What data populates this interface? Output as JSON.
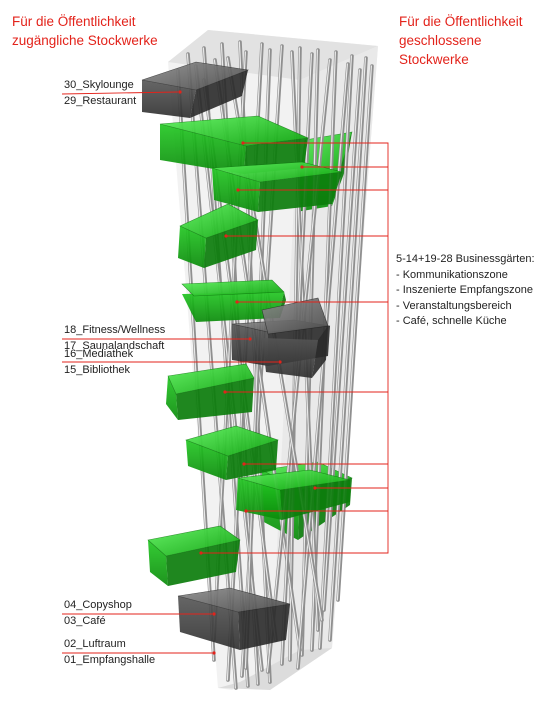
{
  "headers": {
    "left_line1": "Für die Öffentlichkeit",
    "left_line2": "zugängliche Stockwerke",
    "right_line1": "Für die Öffentlichkeit",
    "right_line2": "geschlossene Stockwerke"
  },
  "labels_left": {
    "l30": "30_Skylounge",
    "l29": "29_Restaurant",
    "l18": "18_Fitness/Wellness",
    "l17": "17_Saunalandschaft",
    "l16": "16_Mediathek",
    "l15": "15_Bibliothek",
    "l04": "04_Copyshop",
    "l03": "03_Café",
    "l02": "02_Luftraum",
    "l01": "01_Empfangshalle"
  },
  "business": {
    "title": "5-14+19-28 Businessgärten:",
    "items": [
      "- Kommunikationszone",
      "- Inszenierte Empfangszone",
      "- Veranstaltungsbereich",
      "- Café, schnelle Küche"
    ]
  },
  "colors": {
    "accent_red": "#e3231b",
    "public_floor_gray": "#3a3a3a",
    "private_floor_green": "#1fc41f",
    "column_gray": "#9c9c9c",
    "shell_light": "#ececec"
  }
}
